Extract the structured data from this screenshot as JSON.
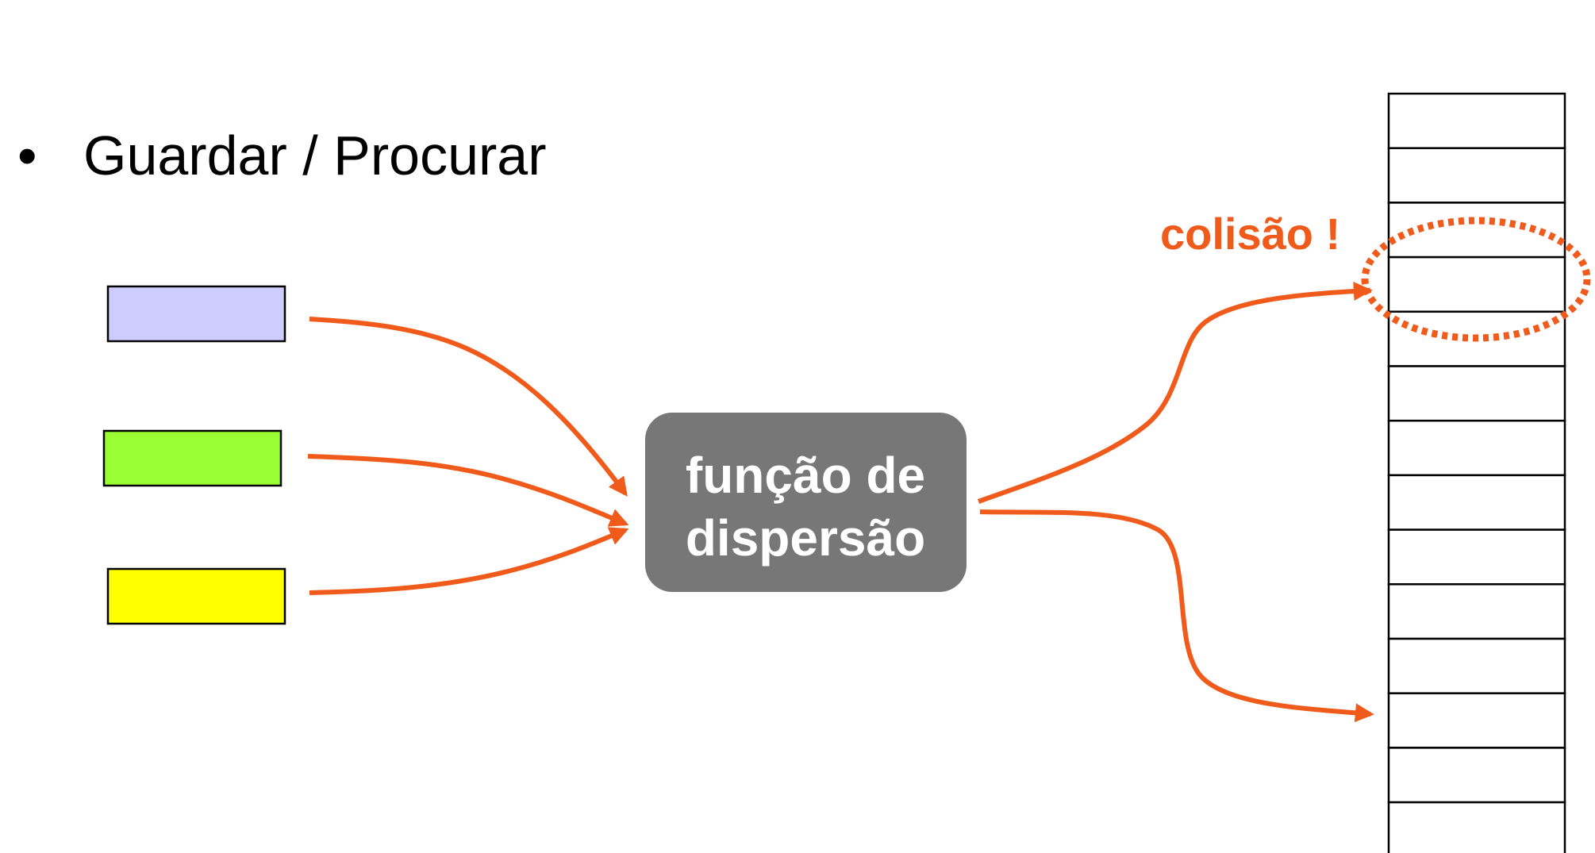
{
  "bullet": {
    "symbol": "•",
    "text": "Guardar / Procurar"
  },
  "keys": [
    {
      "name": "key-lavender",
      "color": "#ccccff"
    },
    {
      "name": "key-green",
      "color": "#99ff33"
    },
    {
      "name": "key-yellow",
      "color": "#ffff00"
    }
  ],
  "hash_function": {
    "line1": "função de",
    "line2": "dispersão",
    "color": "#777777"
  },
  "collision": {
    "label": "colisão !",
    "color": "#f05a1a"
  },
  "table": {
    "slot_count": 14,
    "collision_slot_index": 3,
    "second_target_slot_index": 11
  },
  "colors": {
    "arrow": "#f05a1a"
  }
}
